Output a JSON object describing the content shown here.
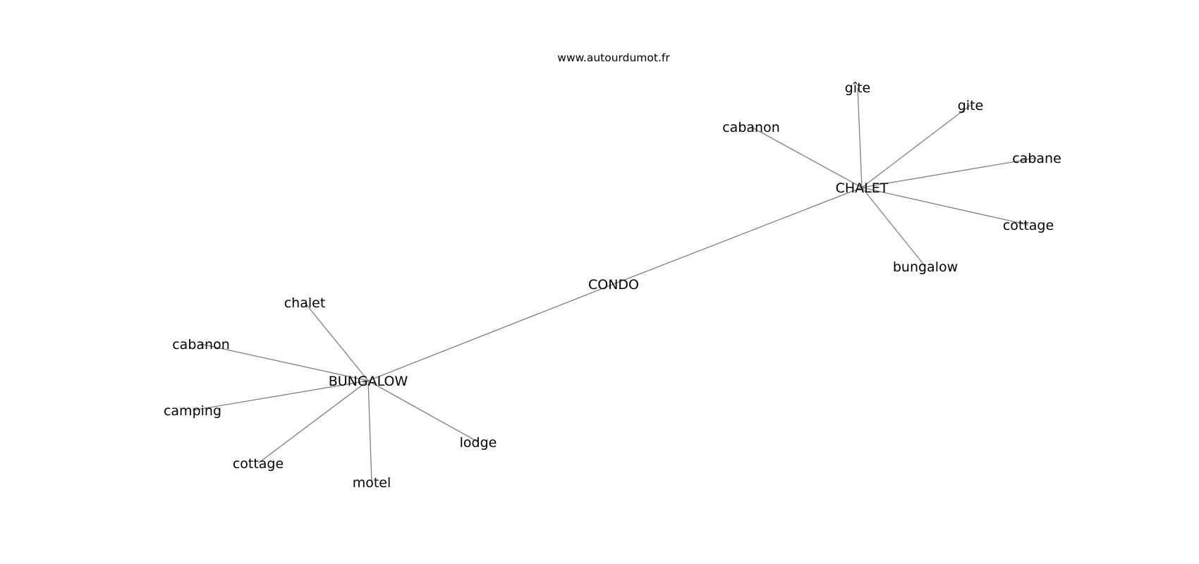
{
  "watermark": "www.autourdumot.fr",
  "graph": {
    "nodes": [
      {
        "id": "condo",
        "label": "CONDO"
      },
      {
        "id": "chalet-hub",
        "label": "CHALET"
      },
      {
        "id": "bungalow-hub",
        "label": "BUNGALOW"
      },
      {
        "id": "gite-accent",
        "label": "gîte"
      },
      {
        "id": "gite",
        "label": "gite"
      },
      {
        "id": "cabanon-1",
        "label": "cabanon"
      },
      {
        "id": "cabane",
        "label": "cabane"
      },
      {
        "id": "cottage-1",
        "label": "cottage"
      },
      {
        "id": "bungalow",
        "label": "bungalow"
      },
      {
        "id": "chalet",
        "label": "chalet"
      },
      {
        "id": "cabanon-2",
        "label": "cabanon"
      },
      {
        "id": "camping",
        "label": "camping"
      },
      {
        "id": "cottage-2",
        "label": "cottage"
      },
      {
        "id": "motel",
        "label": "motel"
      },
      {
        "id": "lodge",
        "label": "lodge"
      }
    ],
    "edges": [
      [
        "condo",
        "chalet-hub"
      ],
      [
        "condo",
        "bungalow-hub"
      ],
      [
        "chalet-hub",
        "gite-accent"
      ],
      [
        "chalet-hub",
        "gite"
      ],
      [
        "chalet-hub",
        "cabanon-1"
      ],
      [
        "chalet-hub",
        "cabane"
      ],
      [
        "chalet-hub",
        "cottage-1"
      ],
      [
        "chalet-hub",
        "bungalow"
      ],
      [
        "bungalow-hub",
        "chalet"
      ],
      [
        "bungalow-hub",
        "cabanon-2"
      ],
      [
        "bungalow-hub",
        "camping"
      ],
      [
        "bungalow-hub",
        "cottage-2"
      ],
      [
        "bungalow-hub",
        "motel"
      ],
      [
        "bungalow-hub",
        "lodge"
      ]
    ]
  }
}
